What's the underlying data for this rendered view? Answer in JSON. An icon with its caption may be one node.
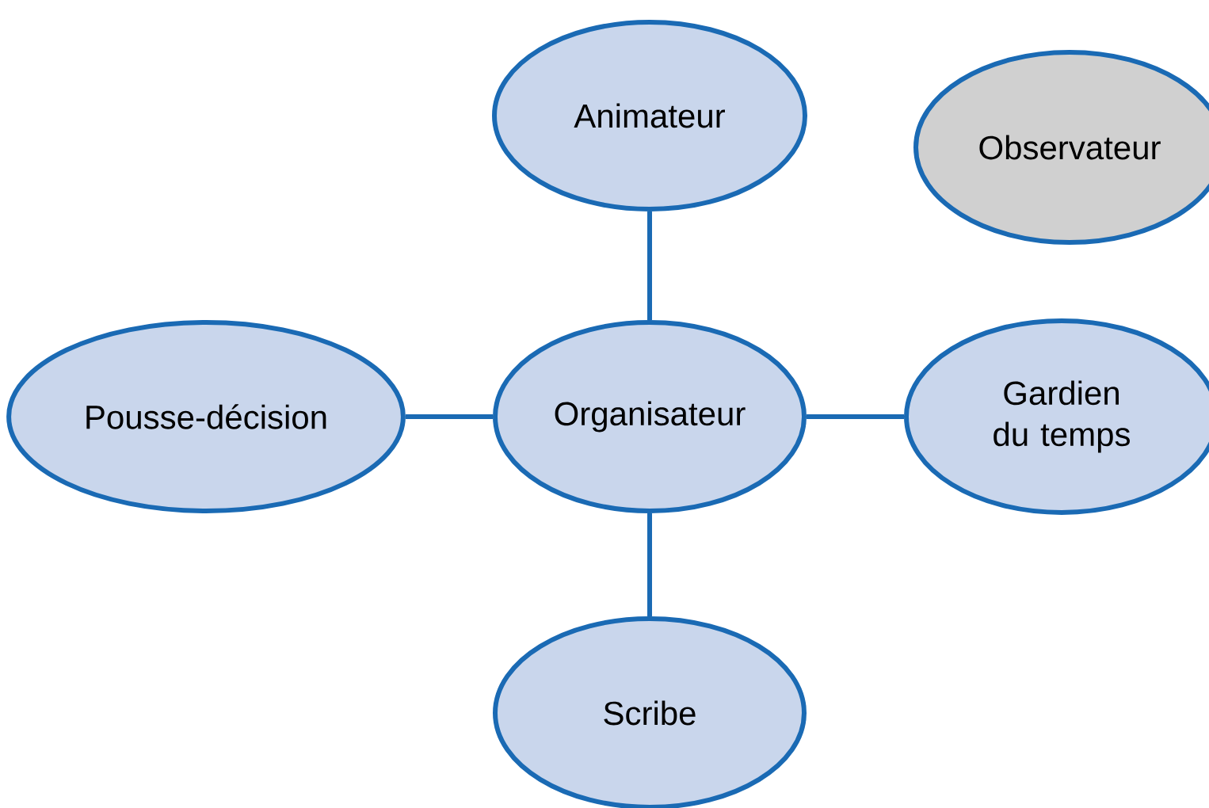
{
  "diagram": {
    "nodes": [
      {
        "text": [
          "Animateur"
        ]
      },
      {
        "text": [
          "Observateur"
        ]
      },
      {
        "text": [
          "Pousse-décision"
        ]
      },
      {
        "text": [
          "Organisateur"
        ]
      },
      {
        "text": [
          "Gardien du temps"
        ]
      },
      {
        "text": [
          "Scribe"
        ]
      }
    ],
    "edges": [
      {
        "from": 3,
        "to": 0,
        "arrow": "none"
      },
      {
        "from": 3,
        "to": 2,
        "arrow": "none"
      },
      {
        "from": 3,
        "to": 4,
        "arrow": "none"
      },
      {
        "from": 3,
        "to": 5,
        "arrow": "none"
      }
    ]
  }
}
